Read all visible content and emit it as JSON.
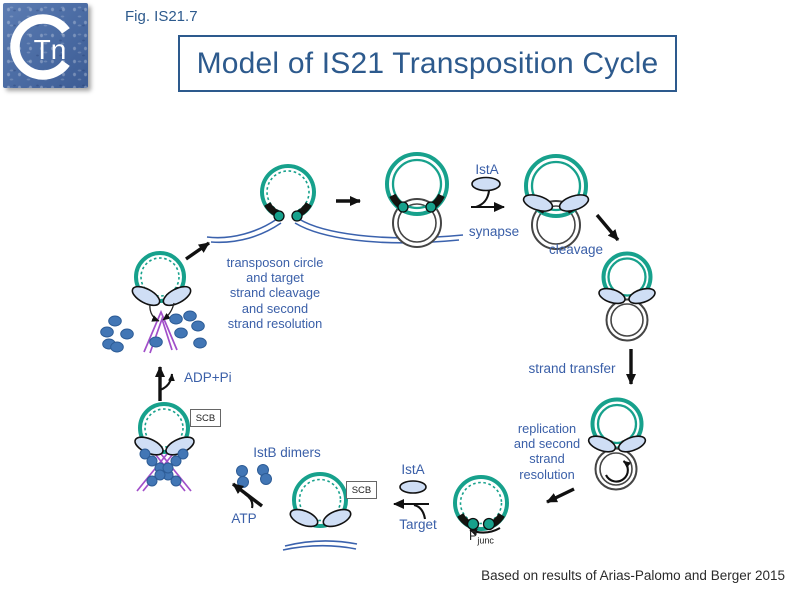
{
  "header": {
    "fig_label": "Fig. IS21.7",
    "title": "Model of IS21 Transposition Cycle"
  },
  "logo": {
    "text": "Tn"
  },
  "footer": {
    "credit": "Based on results of Arias-Palomo and Berger 2015"
  },
  "diagram": {
    "labels": {
      "ista_top": "IstA",
      "synapse": "synapse",
      "cleavage": "cleavage",
      "strand_transfer": "strand transfer",
      "replication_lines": [
        "replication",
        "and second",
        "strand",
        "resolution"
      ],
      "p_junc": {
        "base": "P",
        "sub": "junc"
      },
      "ista_bottom": "IstA",
      "target": "Target",
      "scb_right": "SCB",
      "scb_left": "SCB",
      "istb_dimers": "IstB dimers",
      "atp": "ATP",
      "adp_pi": "ADP+Pi",
      "center_note_lines": [
        "transposon circle",
        "and target",
        "strand cleavage",
        "and second",
        "strand resolution"
      ]
    },
    "colors": {
      "transposon_teal": "#17a18c",
      "protein_ellipse_fill": "#cfdef5",
      "istb_dot_blue": "#4276b5",
      "target_dna_blue": "#3b62ad",
      "target_dna_purple": "#a14fc9",
      "label_blue": "#3a5fa8",
      "title_blue": "#2d5a8d",
      "outline_dark": "#141410"
    }
  }
}
